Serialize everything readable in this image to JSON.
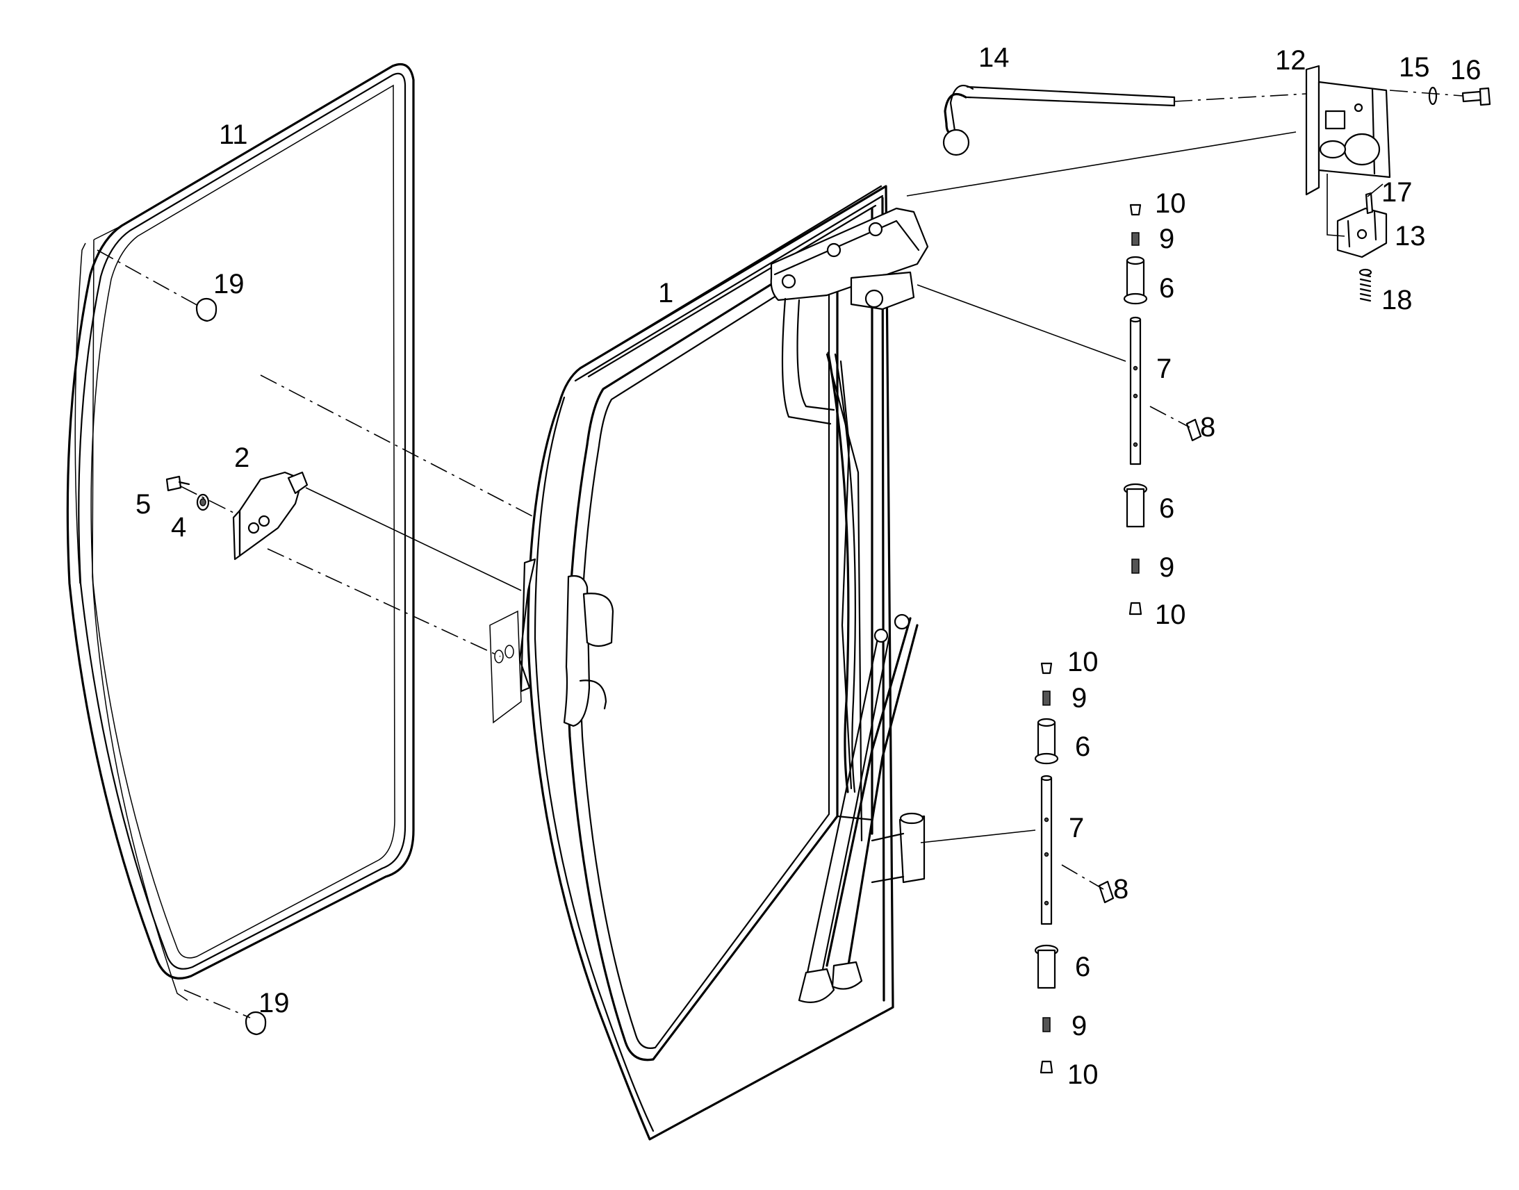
{
  "diagram": {
    "labels": [
      {
        "id": "p1",
        "text": "1"
      },
      {
        "id": "p2",
        "text": "2"
      },
      {
        "id": "p4",
        "text": "4"
      },
      {
        "id": "p5",
        "text": "5"
      },
      {
        "id": "p6a",
        "text": "6"
      },
      {
        "id": "p6b",
        "text": "6"
      },
      {
        "id": "p6c",
        "text": "6"
      },
      {
        "id": "p6d",
        "text": "6"
      },
      {
        "id": "p7a",
        "text": "7"
      },
      {
        "id": "p7b",
        "text": "7"
      },
      {
        "id": "p8a",
        "text": "8"
      },
      {
        "id": "p8b",
        "text": "8"
      },
      {
        "id": "p9a",
        "text": "9"
      },
      {
        "id": "p9b",
        "text": "9"
      },
      {
        "id": "p9c",
        "text": "9"
      },
      {
        "id": "p9d",
        "text": "9"
      },
      {
        "id": "p10a",
        "text": "10"
      },
      {
        "id": "p10b",
        "text": "10"
      },
      {
        "id": "p10c",
        "text": "10"
      },
      {
        "id": "p10d",
        "text": "10"
      },
      {
        "id": "p11",
        "text": "11"
      },
      {
        "id": "p12",
        "text": "12"
      },
      {
        "id": "p13",
        "text": "13"
      },
      {
        "id": "p14",
        "text": "14"
      },
      {
        "id": "p15",
        "text": "15"
      },
      {
        "id": "p16",
        "text": "16"
      },
      {
        "id": "p17",
        "text": "17"
      },
      {
        "id": "p18",
        "text": "18"
      },
      {
        "id": "p19a",
        "text": "19"
      },
      {
        "id": "p19b",
        "text": "19"
      }
    ]
  }
}
